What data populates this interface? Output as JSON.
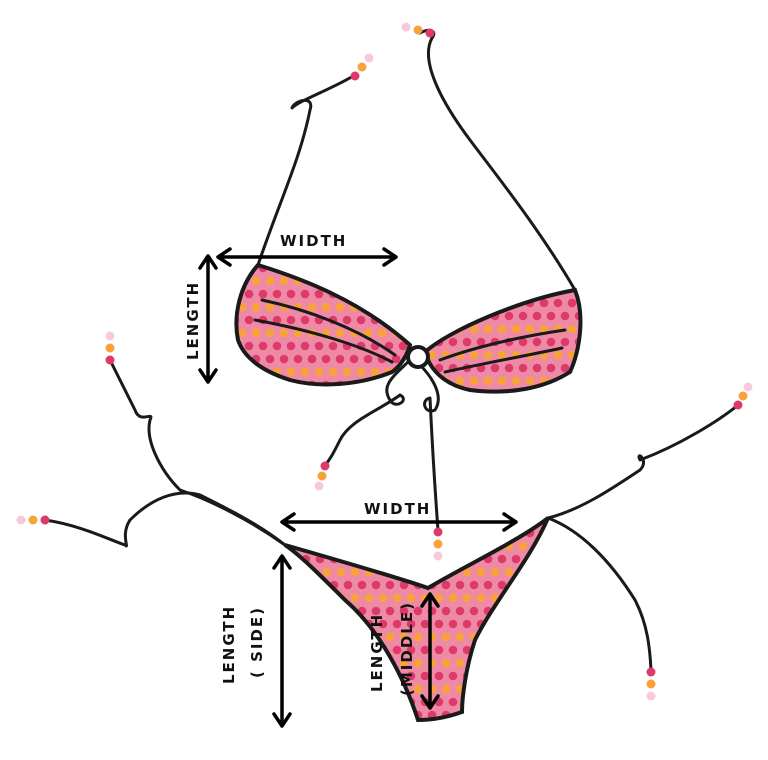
{
  "labels": {
    "top_width": "WIDTH",
    "top_length": "LENGTH",
    "bottom_width": "WIDTH",
    "side_length_1": "LENGTH",
    "side_length_2": "( SIDE)",
    "middle_length_1": "LENGTH",
    "middle_length_2": "(MIDDLE)"
  },
  "colors": {
    "fabric": "#ee8aa6",
    "dot_magenta": "#dd3a6a",
    "dot_orange": "#f9a23a",
    "bead_light": "#f8c9dc",
    "outline": "#1a1a1a"
  }
}
